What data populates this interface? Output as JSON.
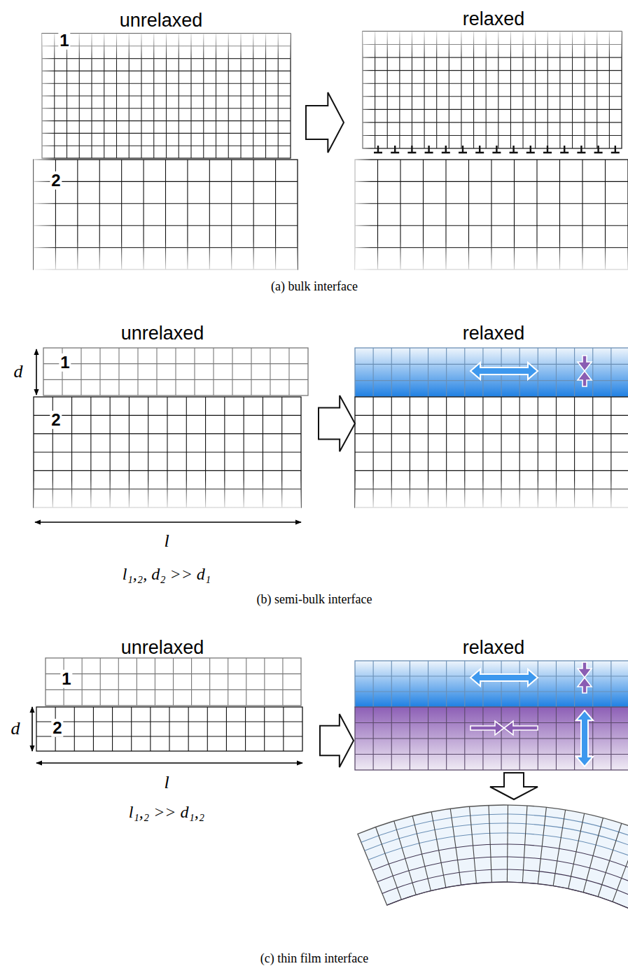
{
  "diagram": {
    "labels": [
      "unrelaxed",
      "relaxed",
      "1",
      "2",
      "(a) bulk interface",
      "unrelaxed",
      "relaxed",
      "d",
      "1",
      "2",
      "l",
      "l₁,₂, d₂ >> d₁",
      "(b) semi-bulk interface",
      "unrelaxed",
      "relaxed",
      "1",
      "d",
      "2",
      "l",
      "l₁,₂ >> d₁,₂",
      "(c) thin film interface"
    ]
  }
}
